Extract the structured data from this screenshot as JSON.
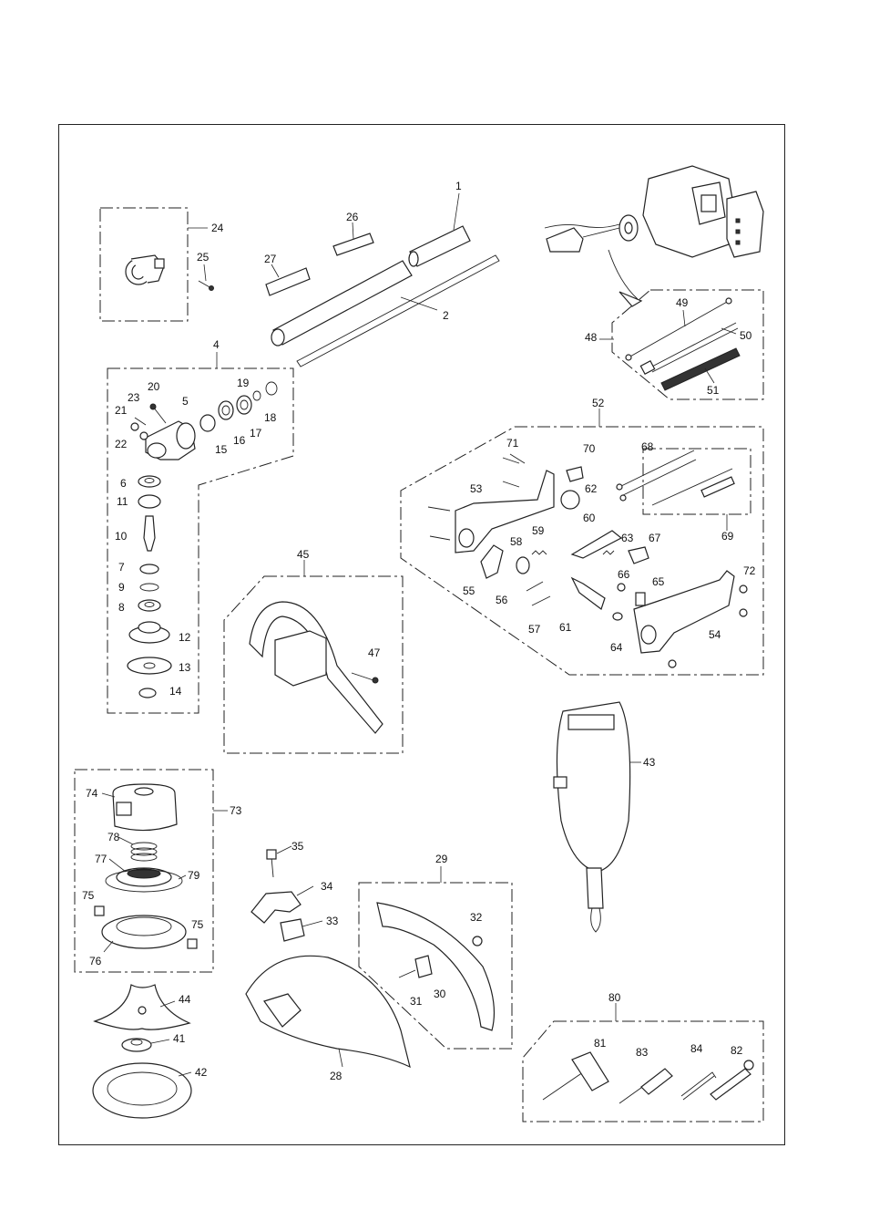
{
  "diagram": {
    "labels": {
      "p1": "1",
      "p2": "2",
      "p4": "4",
      "p5": "5",
      "p6": "6",
      "p7": "7",
      "p8": "8",
      "p9": "9",
      "p10": "10",
      "p11": "11",
      "p12": "12",
      "p13": "13",
      "p14": "14",
      "p15": "15",
      "p16": "16",
      "p17": "17",
      "p18": "18",
      "p19": "19",
      "p20": "20",
      "p21": "21",
      "p22": "22",
      "p23": "23",
      "p24": "24",
      "p25": "25",
      "p26": "26",
      "p27": "27",
      "p28": "28",
      "p29": "29",
      "p30": "30",
      "p31": "31",
      "p32": "32",
      "p33": "33",
      "p34": "34",
      "p35": "35",
      "p41": "41",
      "p42": "42",
      "p43": "43",
      "p44": "44",
      "p45": "45",
      "p47": "47",
      "p48": "48",
      "p49": "49",
      "p50": "50",
      "p51": "51",
      "p52": "52",
      "p53": "53",
      "p54": "54",
      "p55": "55",
      "p56": "56",
      "p57": "57",
      "p58": "58",
      "p59": "59",
      "p60": "60",
      "p61": "61",
      "p62": "62",
      "p63": "63",
      "p64": "64",
      "p65": "65",
      "p66": "66",
      "p67": "67",
      "p68": "68",
      "p69": "69",
      "p70": "70",
      "p71": "71",
      "p72": "72",
      "p73": "73",
      "p74": "74",
      "p75a": "75",
      "p75b": "75",
      "p76": "76",
      "p77": "77",
      "p78": "78",
      "p79": "79",
      "p80": "80",
      "p81": "81",
      "p82": "82",
      "p83": "83",
      "p84": "84"
    }
  }
}
